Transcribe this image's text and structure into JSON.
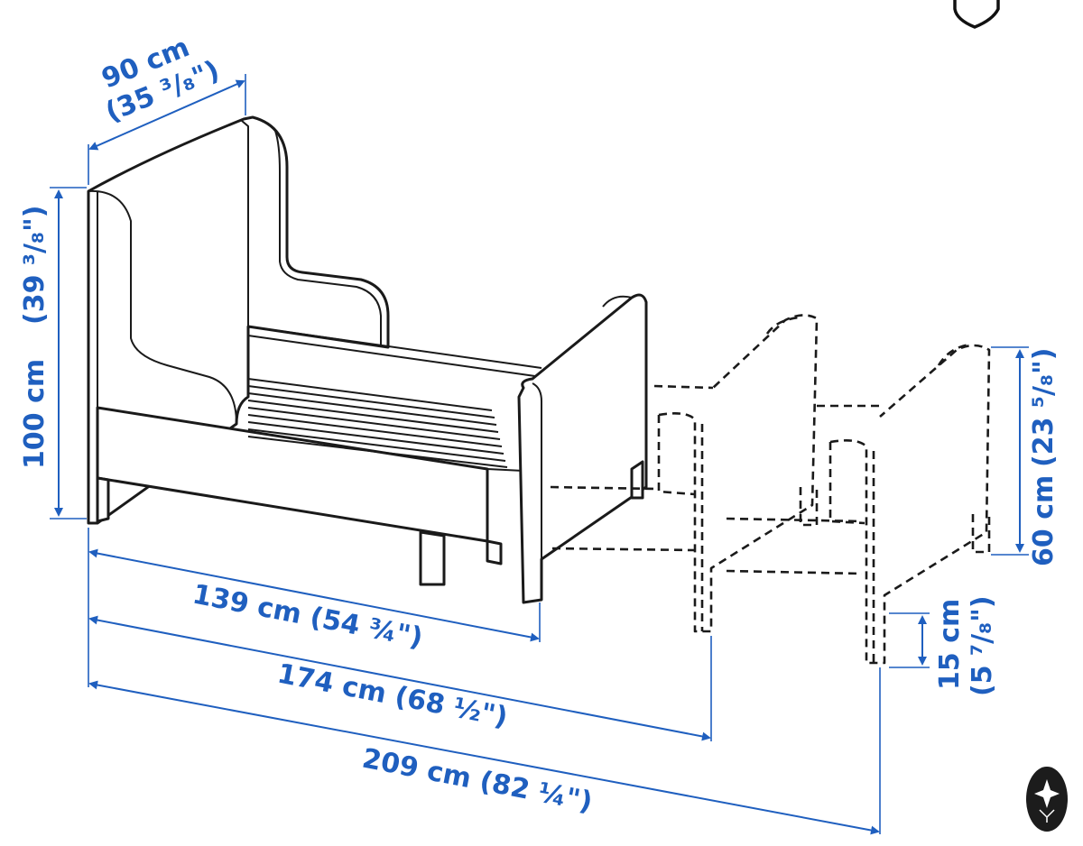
{
  "diagram": {
    "dimensions": {
      "width": {
        "metric": "90 cm",
        "imperial": "(35 ³/₈\")"
      },
      "height": {
        "metric": "100 cm",
        "imperial": "(39 ³/₈\")"
      },
      "length_short": {
        "text": "139 cm (54 ¾\")"
      },
      "length_mid": {
        "text": "174 cm (68 ½\")"
      },
      "length_long": {
        "text": "209 cm (82 ¼\")"
      },
      "extension_height": {
        "metric": "60 cm",
        "imperial": "(23 ⁵/₈\")"
      },
      "leg_height": {
        "metric": "15 cm",
        "imperial": "(5 ⁷/₈\")"
      }
    },
    "colors": {
      "dimension": "#1f5fbf",
      "outline": "#1a1a1a",
      "background": "#ffffff"
    }
  },
  "ui": {
    "top_icon": "shield-icon",
    "corner_badge_icon": "star-emblem-icon"
  }
}
